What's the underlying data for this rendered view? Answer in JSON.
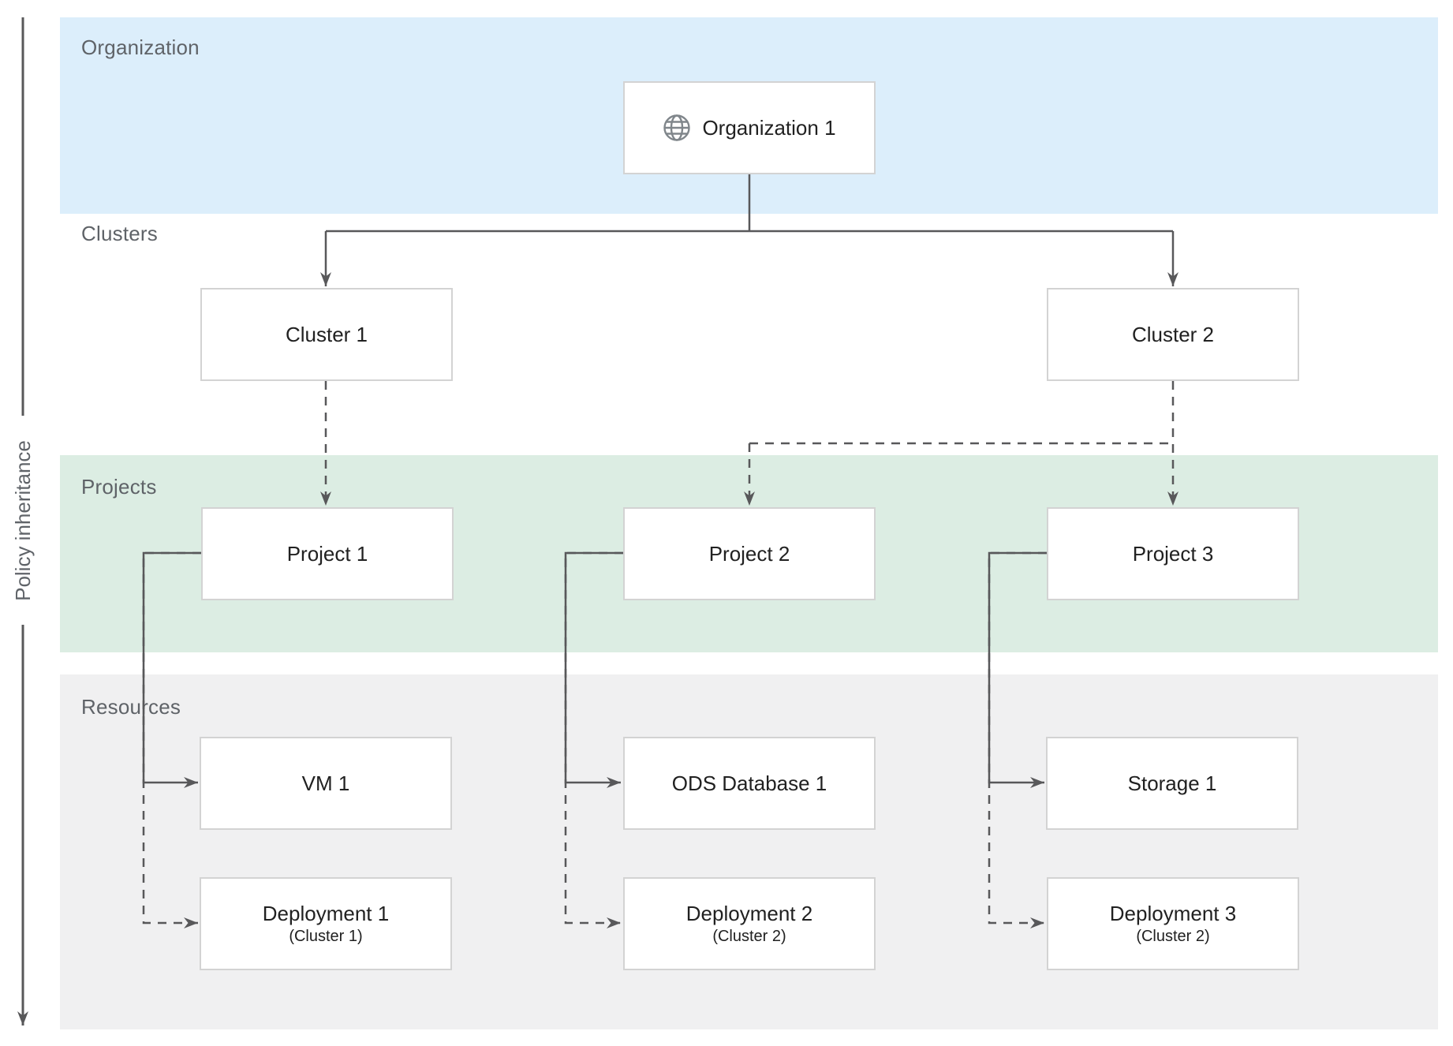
{
  "diagram_title": "",
  "policy_axis": {
    "label": "Policy inheritance"
  },
  "sections": {
    "organization": {
      "label": "Organization"
    },
    "clusters": {
      "label": "Clusters"
    },
    "projects": {
      "label": "Projects"
    },
    "resources": {
      "label": "Resources"
    }
  },
  "nodes": {
    "organization1": {
      "label": "Organization 1",
      "icon": "globe-icon"
    },
    "cluster1": {
      "label": "Cluster 1"
    },
    "cluster2": {
      "label": "Cluster 2"
    },
    "project1": {
      "label": "Project 1"
    },
    "project2": {
      "label": "Project 2"
    },
    "project3": {
      "label": "Project 3"
    },
    "vm1": {
      "label": "VM 1"
    },
    "ods1": {
      "label": "ODS Database 1"
    },
    "storage1": {
      "label": "Storage 1"
    },
    "deployment1": {
      "label": "Deployment 1",
      "sublabel": "(Cluster 1)"
    },
    "deployment2": {
      "label": "Deployment 2",
      "sublabel": "(Cluster 2)"
    },
    "deployment3": {
      "label": "Deployment 3",
      "sublabel": "(Cluster 2)"
    }
  },
  "edges": [
    {
      "from": "organization1",
      "to": "cluster1",
      "style": "solid"
    },
    {
      "from": "organization1",
      "to": "cluster2",
      "style": "solid"
    },
    {
      "from": "cluster1",
      "to": "project1",
      "style": "dashed"
    },
    {
      "from": "cluster2",
      "to": "project2",
      "style": "dashed"
    },
    {
      "from": "cluster2",
      "to": "project3",
      "style": "dashed"
    },
    {
      "from": "project1",
      "to": "vm1",
      "style": "solid"
    },
    {
      "from": "project1",
      "to": "deployment1",
      "style": "dashed"
    },
    {
      "from": "project2",
      "to": "ods1",
      "style": "solid"
    },
    {
      "from": "project2",
      "to": "deployment2",
      "style": "dashed"
    },
    {
      "from": "project3",
      "to": "storage1",
      "style": "solid"
    },
    {
      "from": "project3",
      "to": "deployment3",
      "style": "dashed"
    }
  ],
  "colors": {
    "organization_band": "#dceefb",
    "clusters_band": "#ffffff",
    "projects_band": "#dcede3",
    "resources_band": "#f0f0f1",
    "connector": "#58585a",
    "band_label": "#5f6368",
    "node_text": "#212121",
    "node_border": "#d3d3d3",
    "globe_icon": "#80868b"
  }
}
